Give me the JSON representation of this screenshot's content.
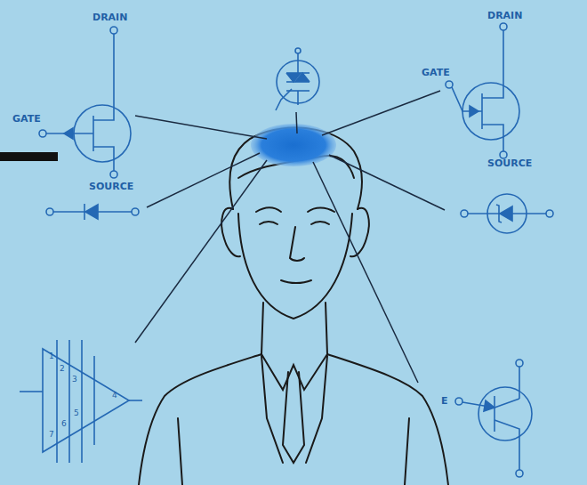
{
  "diagram": {
    "labels": [
      "DRAIN",
      "GATE",
      "SOURCE",
      "DRAIN",
      "GATE",
      "SOURCE",
      "1",
      "2",
      "3",
      "4",
      "7",
      "6",
      "5",
      "E"
    ]
  }
}
